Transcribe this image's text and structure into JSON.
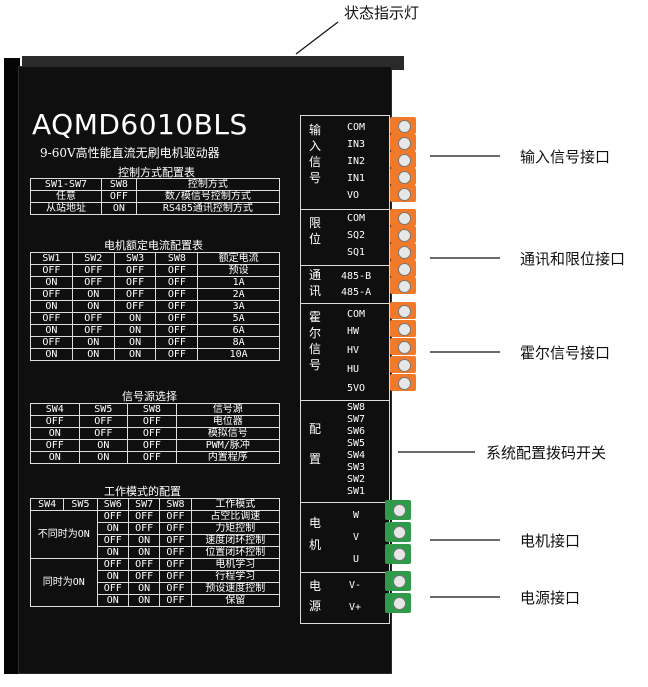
{
  "status_indicator_label": "状态指示灯",
  "model": "AQMD6010BLS",
  "subtitle": "9-60V高性能直流无刷电机驱动器",
  "control_table": {
    "title": "控制方式配置表",
    "headers": [
      "SW1-SW7",
      "SW8",
      "控制方式"
    ],
    "rows": [
      [
        "任意",
        "OFF",
        "数/模信号控制方式"
      ],
      [
        "从站地址",
        "ON",
        "RS485通讯控制方式"
      ]
    ]
  },
  "current_table": {
    "title": "电机额定电流配置表",
    "headers": [
      "SW1",
      "SW2",
      "SW3",
      "SW8",
      "额定电流"
    ],
    "rows": [
      [
        "OFF",
        "OFF",
        "OFF",
        "OFF",
        "预设"
      ],
      [
        "ON",
        "OFF",
        "OFF",
        "OFF",
        "1A"
      ],
      [
        "OFF",
        "ON",
        "OFF",
        "OFF",
        "2A"
      ],
      [
        "ON",
        "ON",
        "OFF",
        "OFF",
        "3A"
      ],
      [
        "OFF",
        "OFF",
        "ON",
        "OFF",
        "5A"
      ],
      [
        "ON",
        "OFF",
        "ON",
        "OFF",
        "6A"
      ],
      [
        "OFF",
        "ON",
        "ON",
        "OFF",
        "8A"
      ],
      [
        "ON",
        "ON",
        "ON",
        "OFF",
        "10A"
      ]
    ]
  },
  "signal_table": {
    "title": "信号源选择",
    "headers": [
      "SW4",
      "SW5",
      "SW8",
      "信号源"
    ],
    "rows": [
      [
        "OFF",
        "OFF",
        "OFF",
        "电位器"
      ],
      [
        "ON",
        "OFF",
        "OFF",
        "模拟信号"
      ],
      [
        "OFF",
        "ON",
        "OFF",
        "PWM/脉冲"
      ],
      [
        "ON",
        "ON",
        "OFF",
        "内置程序"
      ]
    ]
  },
  "mode_table": {
    "title": "工作模式的配置",
    "headers": [
      "SW4",
      "SW5",
      "SW6",
      "SW7",
      "SW8",
      "工作模式"
    ],
    "group1_label": "不同时为ON",
    "group1_rows": [
      [
        "OFF",
        "OFF",
        "OFF",
        "占空比调速"
      ],
      [
        "ON",
        "OFF",
        "OFF",
        "力矩控制"
      ],
      [
        "OFF",
        "ON",
        "OFF",
        "速度闭环控制"
      ],
      [
        "ON",
        "ON",
        "OFF",
        "位置闭环控制"
      ]
    ],
    "group2_label": "同时为ON",
    "group2_rows": [
      [
        "OFF",
        "OFF",
        "OFF",
        "电机学习"
      ],
      [
        "ON",
        "OFF",
        "OFF",
        "行程学习"
      ],
      [
        "OFF",
        "ON",
        "OFF",
        "预设速度控制"
      ],
      [
        "ON",
        "ON",
        "OFF",
        "保留"
      ]
    ]
  },
  "terminals": {
    "input": {
      "name": "输入信号",
      "pins": [
        "COM",
        "IN3",
        "IN2",
        "IN1",
        "VO"
      ]
    },
    "limit": {
      "name": "限位",
      "pins": [
        "COM",
        "SQ2",
        "SQ1"
      ]
    },
    "comm": {
      "name": "通讯",
      "pins": [
        "485-B",
        "485-A"
      ]
    },
    "hall": {
      "name": "霍尔信号",
      "pins": [
        "COM",
        "HW",
        "HV",
        "HU",
        "5VO"
      ]
    },
    "config": {
      "name": "配置",
      "pins": [
        "SW8",
        "SW7",
        "SW6",
        "SW5",
        "SW4",
        "SW3",
        "SW2",
        "SW1"
      ]
    },
    "motor": {
      "name": "电机",
      "pins": [
        "W",
        "V",
        "U"
      ]
    },
    "power": {
      "name": "电源",
      "pins": [
        "V-",
        "V+"
      ]
    }
  },
  "callouts": {
    "input": "输入信号接口",
    "comm_limit": "通讯和限位接口",
    "hall": "霍尔信号接口",
    "dip": "系统配置拨码开关",
    "motor": "电机接口",
    "power": "电源接口"
  },
  "colors": {
    "terminal_orange": "#f07a2a",
    "terminal_green": "#2f9a4a",
    "panel": "#0f0f0f"
  }
}
